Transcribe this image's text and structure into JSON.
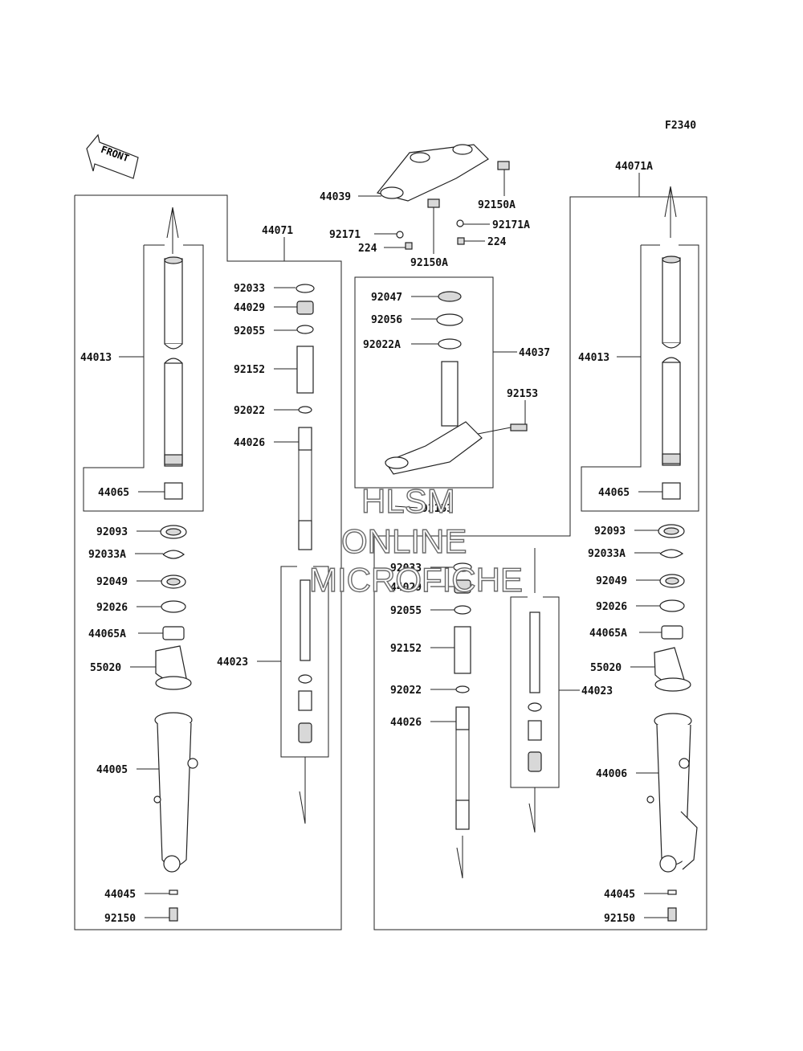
{
  "figure_code": "F2340",
  "front_arrow_label": "FRONT",
  "watermark": [
    "HLSM",
    "ONLINE",
    "MICROFICHE"
  ],
  "left_fork": {
    "assembly_label": "44071",
    "parts": [
      "92033",
      "44029",
      "92055",
      "92152",
      "92022",
      "44026",
      "44023"
    ],
    "outer_parts": [
      "44013",
      "44065",
      "92093",
      "92033A",
      "92049",
      "92026",
      "44065A",
      "55020",
      "44005",
      "44045",
      "92150"
    ]
  },
  "right_fork": {
    "assembly_label": "44071A",
    "parts": [
      "92033",
      "44029",
      "92055",
      "92152",
      "92022",
      "44026",
      "44023"
    ],
    "outer_parts": [
      "44013",
      "44065",
      "92093",
      "92033A",
      "92049",
      "92026",
      "44065A",
      "55020",
      "44006",
      "44045",
      "92150"
    ]
  },
  "top_clamp": {
    "bracket": "44039",
    "bolts": [
      "92150A",
      "92150A"
    ],
    "clips": [
      "92171",
      "92171A"
    ],
    "screws": [
      "224",
      "224"
    ]
  },
  "steering_stem": {
    "assembly_label": "44037",
    "parts": [
      "92047",
      "92056",
      "92022A",
      "92153",
      "92153"
    ]
  }
}
